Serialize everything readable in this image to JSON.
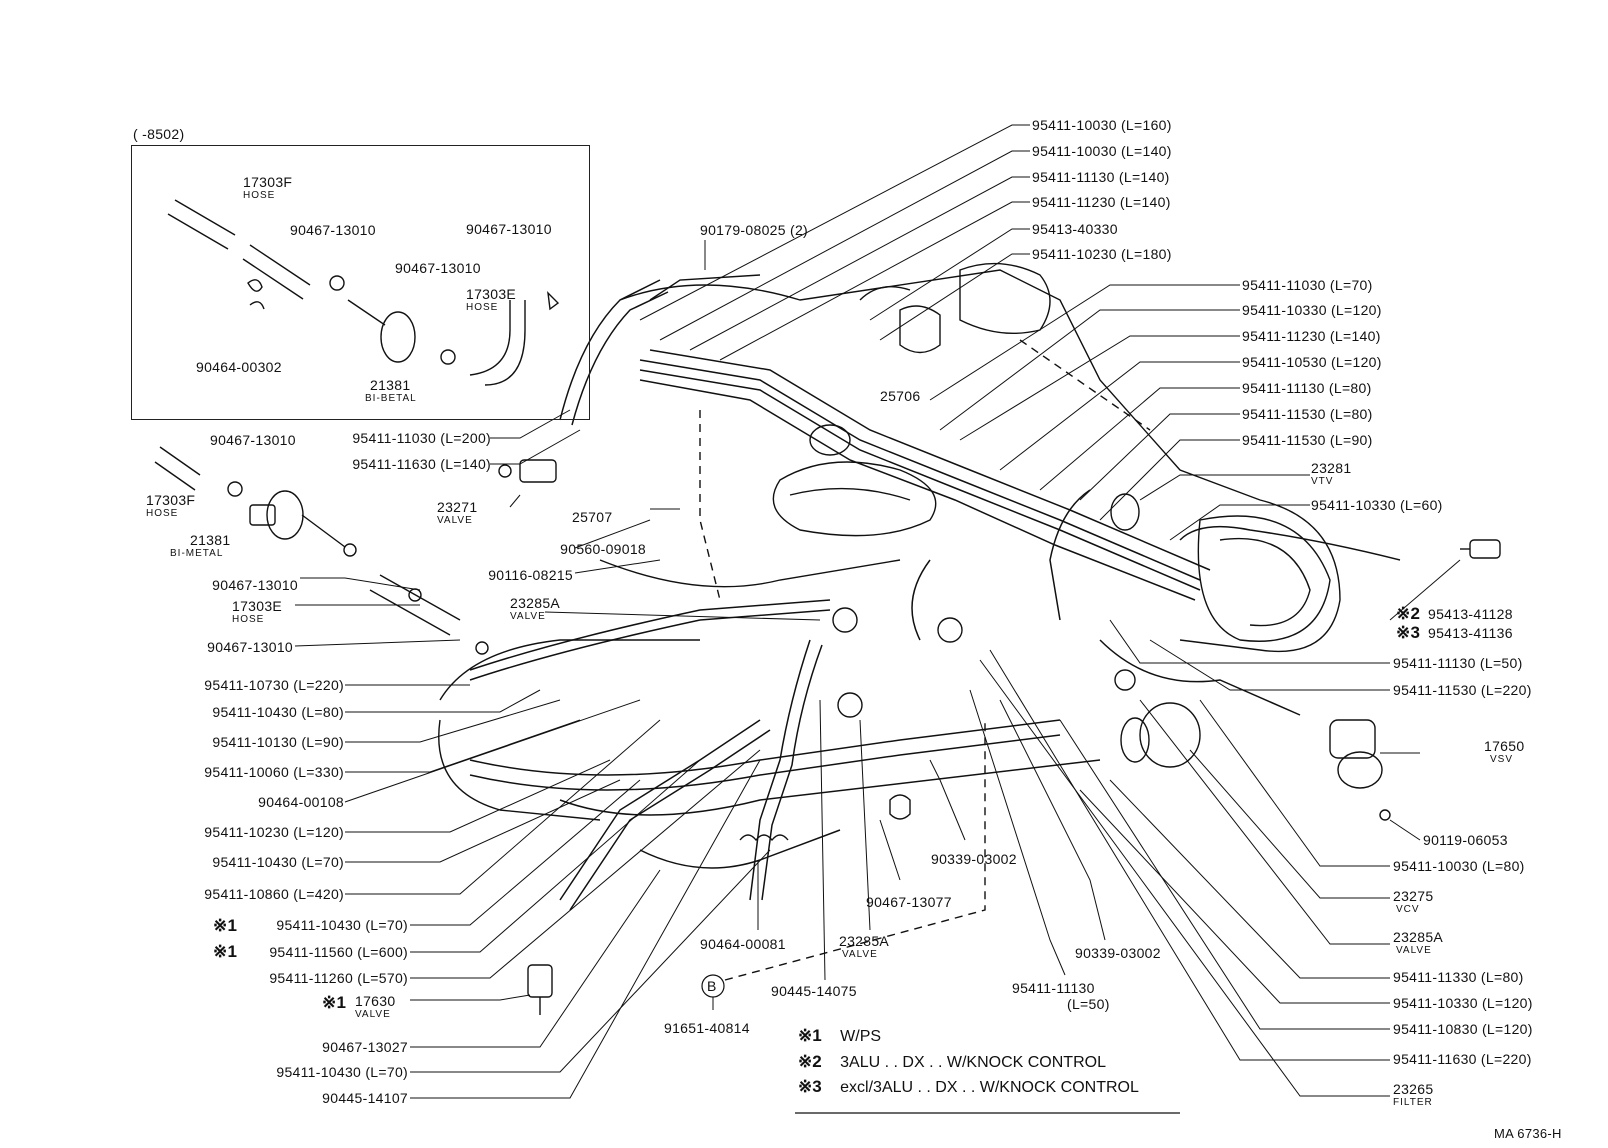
{
  "inset": {
    "range": "(      -8502)",
    "hose_a": {
      "num": "17303F",
      "name": "HOSE"
    },
    "clamp_a": "90467-13010",
    "clamp_b": "90467-13010",
    "clamp_c": "90467-13010",
    "hose_b": {
      "num": "17303E",
      "name": "HOSE"
    },
    "clip": "90464-00302",
    "bimetal": {
      "num": "21381",
      "name": "BI-BETAL"
    }
  },
  "left_labels": [
    "95411-11030 (L=200)",
    "95411-11630 (L=140)",
    "90467-13010",
    "90560-09018",
    "90116-08215",
    "90467-13010",
    "90467-13010",
    "95411-10730 (L=220)",
    "95411-10430 (L=80)",
    "95411-10130 (L=90)",
    "95411-10060 (L=330)",
    "90464-00108",
    "95411-10230 (L=120)",
    "95411-10430 (L=70)",
    "95411-10860 (L=420)",
    "95411-10430 (L=70)",
    "95411-11560 (L=600)",
    "95411-11260 (L=570)",
    "90467-13027",
    "95411-10430 (L=70)",
    "90445-14107"
  ],
  "left_parts": {
    "hose_f": {
      "num": "17303F",
      "name": "HOSE"
    },
    "bimetal": {
      "num": "21381",
      "name": "BI-METAL"
    },
    "hose_e": {
      "num": "17303E",
      "name": "HOSE"
    },
    "valve_23271": {
      "num": "23271",
      "name": "VALVE"
    },
    "part_25707": "25707",
    "valve_23285a": {
      "num": "23285A",
      "name": "VALVE"
    },
    "valve_17630": {
      "num": "17630",
      "name": "VALVE"
    },
    "mark1": "※1",
    "mark1b": "※1",
    "mark1c": "※1"
  },
  "top_labels": [
    "95411-10030 (L=160)",
    "95411-10030 (L=140)",
    "95411-11130 (L=140)",
    "95411-11230 (L=140)",
    "95413-40330",
    "95411-10230 (L=180)"
  ],
  "top_part": "90179-08025 (2)",
  "center_part": "25706",
  "right_labels": [
    "95411-11030 (L=70)",
    "95411-10330 (L=120)",
    "95411-11230 (L=140)",
    "95411-10530 (L=120)",
    "95411-11130 (L=80)",
    "95411-11530 (L=80)",
    "95411-11530 (L=90)"
  ],
  "right_parts": {
    "vtv": {
      "num": "23281",
      "name": "VTV"
    },
    "hose_60": "95411-10330 (L=60)",
    "s2_label": "※2",
    "s2": "95413-41128",
    "s3_label": "※3",
    "s3": "95413-41136",
    "h_11130_50": "95411-11130 (L=50)",
    "h_11530_220": "95411-11530 (L=220)",
    "vsv": {
      "num": "17650",
      "name": "VSV"
    },
    "bolt": "90119-06053",
    "h_10030_80": "95411-10030 (L=80)",
    "vcv": {
      "num": "23275",
      "name": "VCV"
    },
    "valve_b": {
      "num": "23285A",
      "name": "VALVE"
    },
    "h_11330": "95411-11330 (L=80)",
    "h_10330_120": "95411-10330 (L=120)",
    "h_10830": "95411-10830 (L=120)",
    "h_11630": "95411-11630 (L=220)",
    "filter": {
      "num": "23265",
      "name": "FILTER"
    }
  },
  "bottom_parts": {
    "p_90339a": "90339-03002",
    "p_90467": "90467-13077",
    "p_90464": "90464-00081",
    "valve_c": {
      "num": "23285A",
      "name": "VALVE"
    },
    "p_90445": "90445-14075",
    "p_90339b": "90339-03002",
    "h_11130_50b": "95411-11130",
    "h_11130_50b_len": "(L=50)",
    "circle_b": "B",
    "p_91651": "91651-40814"
  },
  "notes": [
    {
      "mark": "※1",
      "text": "W/PS"
    },
    {
      "mark": "※2",
      "text": "3ALU . . DX . . W/KNOCK CONTROL"
    },
    {
      "mark": "※3",
      "text": "excl/3ALU . . DX . . W/KNOCK CONTROL"
    }
  ],
  "ref": "MA 6736-H"
}
